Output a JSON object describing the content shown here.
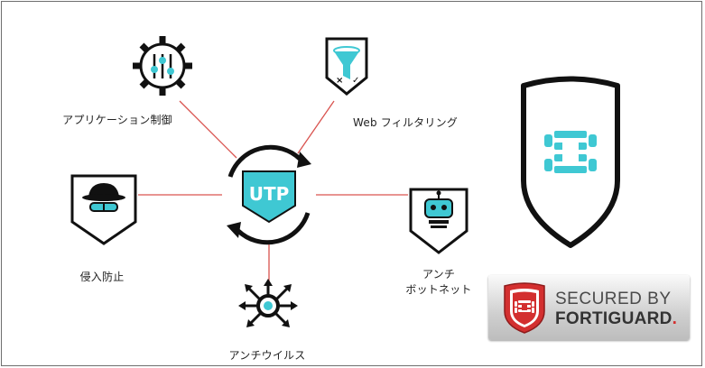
{
  "colors": {
    "accent": "#3fc8d3",
    "outline": "#111111",
    "connector": "#d9534f",
    "badge_red": "#d32f2f"
  },
  "center": {
    "label": "UTP"
  },
  "nodes": [
    {
      "id": "app-control",
      "icon": "gear-sliders-icon",
      "label": "アプリケーション制御"
    },
    {
      "id": "web-filtering",
      "icon": "funnel-shield-icon",
      "label": "Web フィルタリング"
    },
    {
      "id": "intrusion-prevention",
      "icon": "spy-shield-icon",
      "label": "侵入防止"
    },
    {
      "id": "antibot",
      "icon": "robot-shield-icon",
      "label_lines": [
        "アンチ",
        "ボットネット"
      ]
    },
    {
      "id": "antivirus",
      "icon": "virus-icon",
      "label": "アンチウイルス"
    }
  ],
  "badge": {
    "line1": "SECURED BY",
    "line2": "FORTIGUARD",
    "mark": "."
  }
}
